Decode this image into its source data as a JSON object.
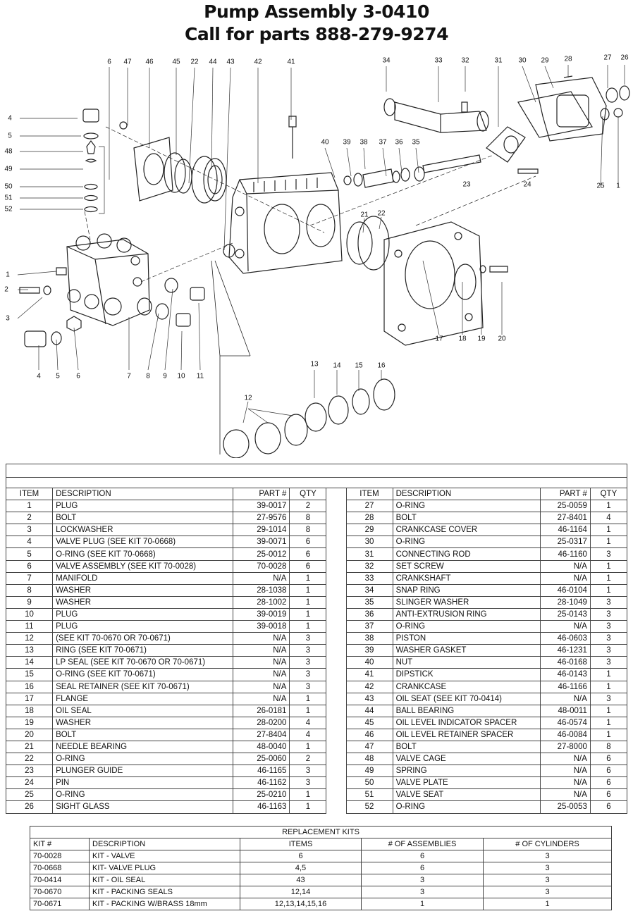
{
  "header": {
    "title": "Pump Assembly 3-0410",
    "subtitle": "Call for parts 888-279-9274"
  },
  "diagram": {
    "callouts": [
      "6",
      "47",
      "46",
      "45",
      "22",
      "44",
      "43",
      "42",
      "41",
      "34",
      "33",
      "32",
      "31",
      "30",
      "29",
      "28",
      "27",
      "26",
      "4",
      "5",
      "48",
      "49",
      "50",
      "51",
      "52",
      "40",
      "39",
      "38",
      "37",
      "36",
      "35",
      "23",
      "24",
      "25",
      "1",
      "21",
      "22",
      "1",
      "2",
      "3",
      "4",
      "5",
      "6",
      "7",
      "8",
      "9",
      "10",
      "11",
      "17",
      "18",
      "19",
      "20",
      "13",
      "14",
      "15",
      "16",
      "12"
    ]
  },
  "parts_table": {
    "headers": {
      "item": "ITEM",
      "description": "DESCRIPTION",
      "part": "PART #",
      "qty": "QTY"
    },
    "rows": [
      [
        "1",
        "PLUG",
        "39-0017",
        "2",
        "27",
        "O-RING",
        "25-0059",
        "1"
      ],
      [
        "2",
        "BOLT",
        "27-9576",
        "8",
        "28",
        "BOLT",
        "27-8401",
        "4"
      ],
      [
        "3",
        "LOCKWASHER",
        "29-1014",
        "8",
        "29",
        "CRANKCASE COVER",
        "46-1164",
        "1"
      ],
      [
        "4",
        "VALVE PLUG (SEE KIT 70-0668)",
        "39-0071",
        "6",
        "30",
        "O-RING",
        "25-0317",
        "1"
      ],
      [
        "5",
        "O-RING (SEE KIT 70-0668)",
        "25-0012",
        "6",
        "31",
        "CONNECTING ROD",
        "46-1160",
        "3"
      ],
      [
        "6",
        "VALVE ASSEMBLY (SEE KIT 70-0028)",
        "70-0028",
        "6",
        "32",
        "SET SCREW",
        "N/A",
        "1"
      ],
      [
        "7",
        "MANIFOLD",
        "N/A",
        "1",
        "33",
        "CRANKSHAFT",
        "N/A",
        "1"
      ],
      [
        "8",
        "WASHER",
        "28-1038",
        "1",
        "34",
        "SNAP RING",
        "46-0104",
        "1"
      ],
      [
        "9",
        "WASHER",
        "28-1002",
        "1",
        "35",
        "SLINGER WASHER",
        "28-1049",
        "3"
      ],
      [
        "10",
        "PLUG",
        "39-0019",
        "1",
        "36",
        "ANTI-EXTRUSION RING",
        "25-0143",
        "3"
      ],
      [
        "11",
        "PLUG",
        "39-0018",
        "1",
        "37",
        "O-RING",
        "N/A",
        "3"
      ],
      [
        "12",
        " (SEE KIT 70-0670 OR 70-0671)",
        "N/A",
        "3",
        "38",
        "PISTON",
        "46-0603",
        "3"
      ],
      [
        "13",
        "RING (SEE KIT 70-0671)",
        "N/A",
        "3",
        "39",
        "WASHER GASKET",
        "46-1231",
        "3"
      ],
      [
        "14",
        "LP SEAL (SEE KIT 70-0670 OR 70-0671)",
        "N/A",
        "3",
        "40",
        "NUT",
        "46-0168",
        "3"
      ],
      [
        "15",
        "O-RING (SEE KIT 70-0671)",
        "N/A",
        "3",
        "41",
        "DIPSTICK",
        "46-0143",
        "1"
      ],
      [
        "16",
        "SEAL RETAINER (SEE KIT 70-0671)",
        "N/A",
        "3",
        "42",
        "CRANKCASE",
        "46-1166",
        "1"
      ],
      [
        "17",
        "FLANGE",
        "N/A",
        "1",
        "43",
        "OIL SEAT (SEE KIT 70-0414)",
        "N/A",
        "3"
      ],
      [
        "18",
        "OIL SEAL",
        "26-0181",
        "1",
        "44",
        "BALL BEARING",
        "48-0011",
        "1"
      ],
      [
        "19",
        "WASHER",
        "28-0200",
        "4",
        "45",
        "OIL LEVEL INDICATOR SPACER",
        "46-0574",
        "1"
      ],
      [
        "20",
        "BOLT",
        "27-8404",
        "4",
        "46",
        "OIL LEVEL RETAINER SPACER",
        "46-0084",
        "1"
      ],
      [
        "21",
        "NEEDLE BEARING",
        "48-0040",
        "1",
        "47",
        "BOLT",
        "27-8000",
        "8"
      ],
      [
        "22",
        "O-RING",
        "25-0060",
        "2",
        "48",
        "VALVE CAGE",
        "N/A",
        "6"
      ],
      [
        "23",
        "PLUNGER GUIDE",
        "46-1165",
        "3",
        "49",
        "SPRING",
        "N/A",
        "6"
      ],
      [
        "24",
        "PIN",
        "46-1162",
        "3",
        "50",
        "VALVE PLATE",
        "N/A",
        "6"
      ],
      [
        "25",
        "O-RING",
        "25-0210",
        "1",
        "51",
        "VALVE SEAT",
        "N/A",
        "6"
      ],
      [
        "26",
        "SIGHT GLASS",
        "46-1163",
        "1",
        "52",
        "O-RING",
        "25-0053",
        "6"
      ]
    ]
  },
  "kits_table": {
    "title": "REPLACEMENT KITS",
    "headers": [
      "KIT #",
      "DESCRIPTION",
      "ITEMS",
      "# OF ASSEMBLIES",
      "# OF CYLINDERS"
    ],
    "rows": [
      [
        "70-0028",
        "KIT - VALVE",
        "6",
        "6",
        "3"
      ],
      [
        "70-0668",
        "KIT- VALVE PLUG",
        "4,5",
        "6",
        "3"
      ],
      [
        "70-0414",
        "KIT - OIL SEAL",
        "43",
        "3",
        "3"
      ],
      [
        "70-0670",
        "KIT - PACKING SEALS",
        "12,14",
        "3",
        "3"
      ],
      [
        "70-0671",
        "KIT - PACKING W/BRASS 18mm",
        "12,13,14,15,16",
        "1",
        "1"
      ]
    ]
  }
}
